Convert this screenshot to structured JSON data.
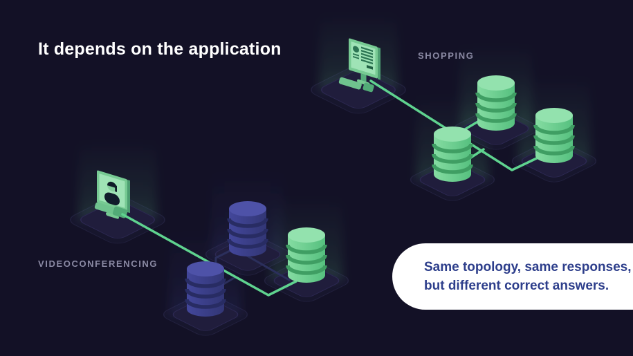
{
  "slide": {
    "title": "It depends on the application",
    "background_color": "#131126"
  },
  "diagrams": {
    "shopping": {
      "label": "SHOPPING",
      "client": {
        "type": "desktop-computer",
        "screen_content": "shopping-page"
      },
      "accent_color": "#5fd38f",
      "databases": [
        {
          "id": "db-top",
          "color": "green",
          "connected": true
        },
        {
          "id": "db-right",
          "color": "green",
          "connected": true
        },
        {
          "id": "db-bottom-left",
          "color": "green",
          "connected": true
        }
      ]
    },
    "videoconferencing": {
      "label": "VIDEOCONFERENCING",
      "client": {
        "type": "desktop-computer",
        "screen_content": "person-on-call"
      },
      "accent_color": "#5fd38f",
      "dim_link_color": "#2b2f5c",
      "databases": [
        {
          "id": "db-top",
          "color": "blue",
          "connected": false
        },
        {
          "id": "db-bottom-left",
          "color": "blue",
          "connected": false
        },
        {
          "id": "db-right",
          "color": "green",
          "connected": true
        }
      ]
    }
  },
  "callout": {
    "lines": [
      "Same topology, same responses,",
      "but different correct answers."
    ],
    "text_color": "#2d3e8b",
    "background_color": "#ffffff"
  },
  "colors": {
    "background": "#131126",
    "title_text": "#ffffff",
    "diagram_label_text": "#8b8aa4",
    "green_database": "#6bcb8e",
    "blue_database": "#3c4090",
    "link_green": "#5fd38f",
    "platform": "#201d3c"
  }
}
